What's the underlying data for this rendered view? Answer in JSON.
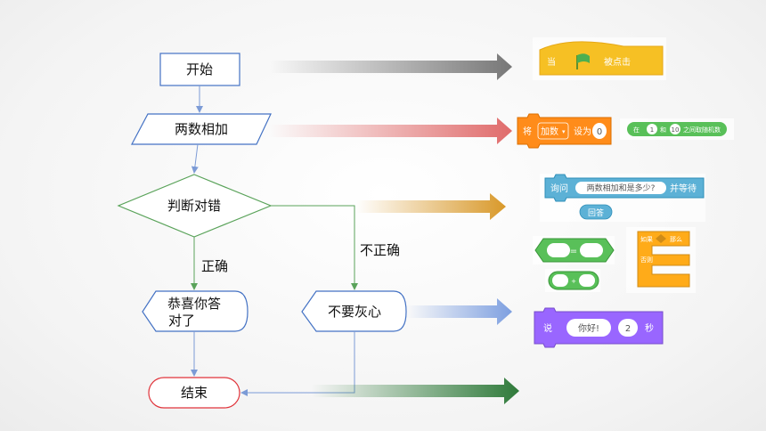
{
  "flowchart": {
    "start": "开始",
    "input": "两数相加",
    "decision": "判断对错",
    "yes_label": "正确",
    "no_label": "不正确",
    "correct_line1": "恭喜你答",
    "correct_line2": "对了",
    "wrong": "不要灰心",
    "end": "结束"
  },
  "blocks": {
    "hat": {
      "when": "当",
      "flag_icon": "green-flag-icon",
      "clicked": "被点击"
    },
    "set_var": {
      "set": "将",
      "var": "加数",
      "to": "设为",
      "value": "0"
    },
    "random": {
      "in": "在",
      "from": "1",
      "and": "和",
      "to": "10",
      "suffix": "之间取随机数"
    },
    "ask": {
      "ask": "询问",
      "question": "两数相加和是多少?",
      "wait": "并等待",
      "answer": "回答"
    },
    "operators": {
      "equals": "=",
      "plus": "+"
    },
    "if_else": {
      "if": "如果",
      "then": "那么",
      "else": "否则"
    },
    "say": {
      "say": "说",
      "message": "你好!",
      "secs": "2",
      "unit": "秒"
    }
  },
  "colors": {
    "flow_stroke": "#4472c4",
    "yes_stroke": "#5aa35a",
    "end_stroke": "#e0333a",
    "events": "#f6c024",
    "variables": "#ff8c1a",
    "sensing": "#5cb1d6",
    "operators": "#59c059",
    "control": "#ffab19",
    "looks": "#9966ff"
  }
}
